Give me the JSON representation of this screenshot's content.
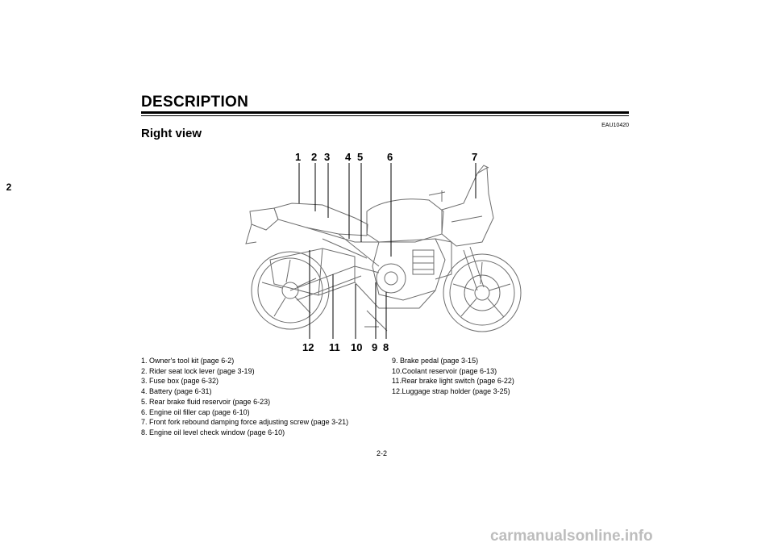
{
  "side_tab": "2",
  "header": {
    "title": "DESCRIPTION",
    "doc_code": "EAU10420"
  },
  "section_title": "Right view",
  "figure": {
    "callouts_top": [
      "1",
      "2",
      "3",
      "4",
      "5",
      "6",
      "7"
    ],
    "callouts_bottom": [
      "12",
      "11",
      "10",
      "9",
      "8"
    ]
  },
  "legend": {
    "left": [
      "1.  Owner's tool kit (page 6-2)",
      "2.  Rider seat lock lever (page 3-19)",
      "3.  Fuse box (page 6-32)",
      "4.  Battery (page 6-31)",
      "5.  Rear brake fluid reservoir (page 6-23)",
      "6.  Engine oil filler cap (page 6-10)",
      "7.  Front fork rebound damping force adjusting screw (page 3-21)",
      "8.  Engine oil level check window (page 6-10)"
    ],
    "right": [
      "9.  Brake pedal (page 3-15)",
      "10.Coolant reservoir (page 6-13)",
      "11.Rear brake light switch (page 6-22)",
      "12.Luggage strap holder (page 3-25)"
    ]
  },
  "page_number": "2-2",
  "watermark": "carmanualsonline.info"
}
